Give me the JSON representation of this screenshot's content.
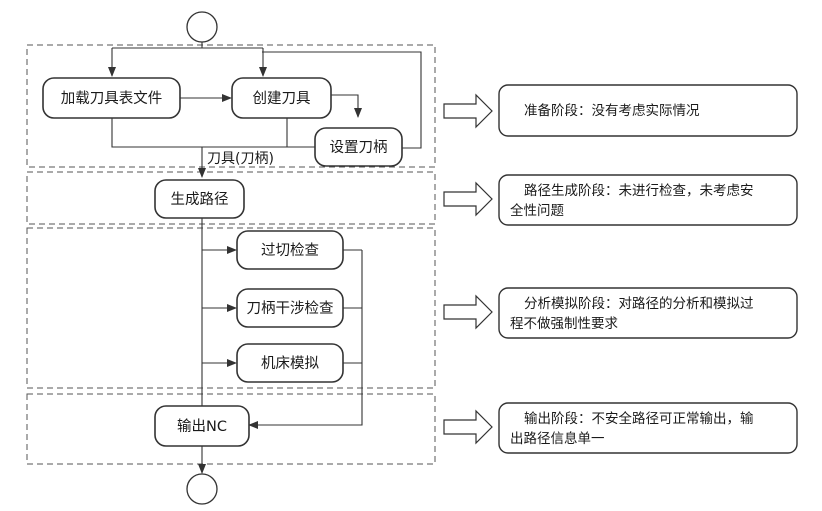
{
  "nodes": {
    "load_tool_file": "加载刀具表文件",
    "create_tool": "创建刀具",
    "set_holder": "设置刀柄",
    "generate_path": "生成路径",
    "overcut_check": "过切检查",
    "holder_interference_check": "刀柄干涉检查",
    "machine_simulation": "机床模拟",
    "output_nc": "输出NC"
  },
  "edge_labels": {
    "tool_holder": "刀具(刀柄)"
  },
  "notes": [
    {
      "lines": [
        "准备阶段：没有考虑实际情况"
      ]
    },
    {
      "lines": [
        "路径生成阶段：未进行检查，未考虑安",
        "全性问题"
      ]
    },
    {
      "lines": [
        "分析模拟阶段：对路径的分析和模拟过",
        "程不做强制性要求"
      ]
    },
    {
      "lines": [
        "输出阶段：不安全路径可正常输出，输",
        "出路径信息单一"
      ]
    }
  ]
}
